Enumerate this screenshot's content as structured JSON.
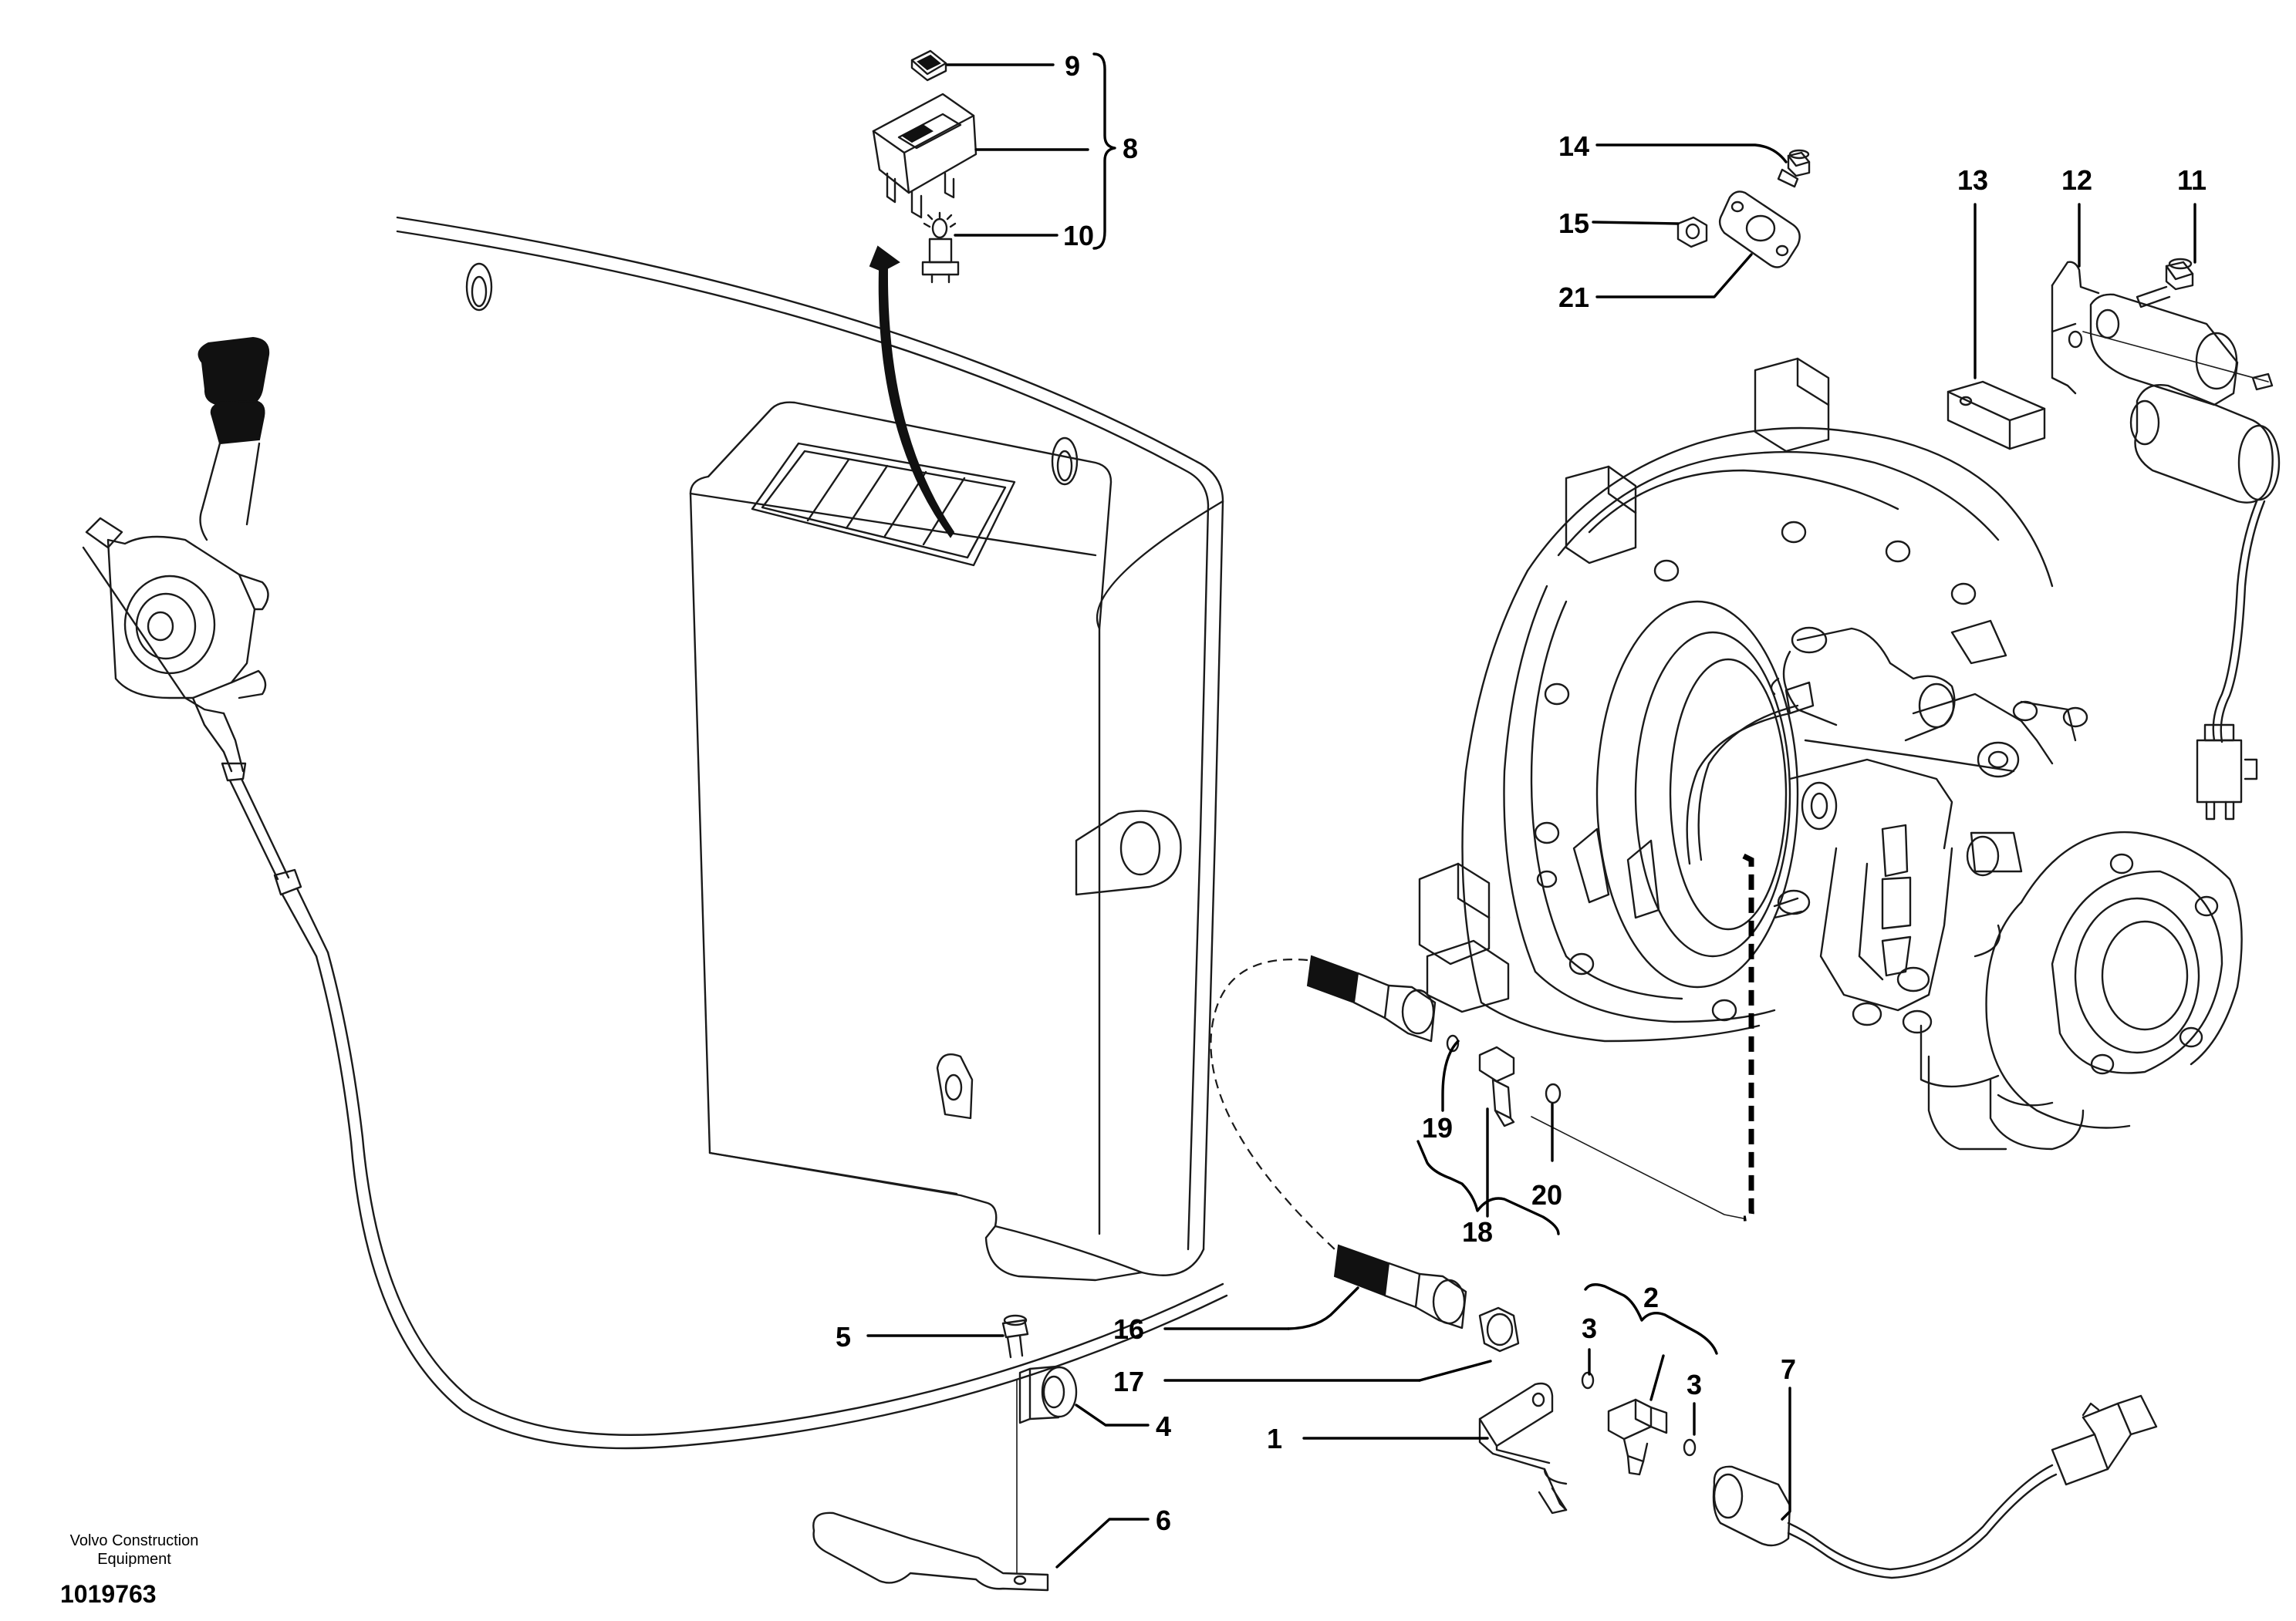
{
  "credit": {
    "line1": "Volvo Construction",
    "line2": "Equipment"
  },
  "document_number": "1019763",
  "callouts": {
    "c1": "1",
    "c2": "2",
    "c3a": "3",
    "c3b": "3",
    "c4": "4",
    "c5": "5",
    "c6": "6",
    "c7": "7",
    "c8": "8",
    "c9": "9",
    "c10": "10",
    "c11": "11",
    "c12": "12",
    "c13": "13",
    "c14": "14",
    "c15": "15",
    "c16": "16",
    "c17": "17",
    "c18": "18",
    "c19": "19",
    "c20": "20",
    "c21": "21"
  }
}
